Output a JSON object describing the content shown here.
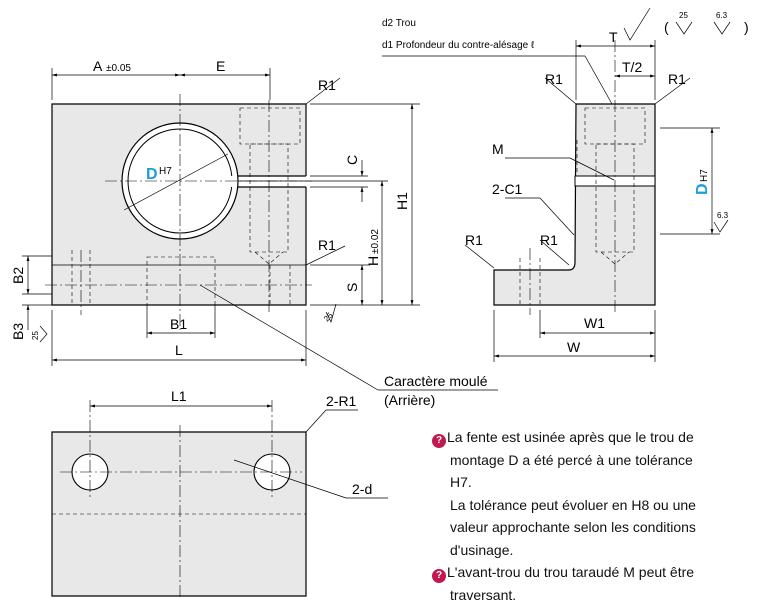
{
  "front_view": {
    "dim_a": "A",
    "dim_a_tol": "±0.05",
    "dim_e": "E",
    "r1_top": "R1",
    "r1_step": "R1",
    "dim_c": "C",
    "dim_h": "H",
    "dim_h_tol": "±0.02",
    "dim_h1": "H1",
    "dim_s": "S",
    "dim_b2": "B2",
    "dim_b3": "B3",
    "dim_b1": "B1",
    "dim_l": "L",
    "bore_label": "D",
    "bore_fit": "H7",
    "rough_25": "25",
    "rough_25b": "25"
  },
  "side_view": {
    "d2_label": "d2 Trou",
    "d1_label": "d1 Profondeur du contre-alésage ℓ",
    "dim_t": "T",
    "dim_t2": "T/2",
    "r1_a": "R1",
    "r1_b": "R1",
    "r1_c": "R1",
    "r1_d": "R1",
    "m_label": "M",
    "c1_label": "2-C1",
    "bore_label": "D",
    "bore_fit": "H7",
    "rough_63": "6.3",
    "dim_w1": "W1",
    "dim_w": "W"
  },
  "roughness_legend": {
    "open_paren": "(",
    "v1": "25",
    "v2": "6.3",
    "close_paren": ")"
  },
  "cast_label": {
    "line1": "Caractère moulé",
    "line2": "(Arrière)"
  },
  "bottom_view": {
    "dim_l1": "L1",
    "r1_label": "2-R1",
    "hole_label": "2-d"
  },
  "notes": [
    {
      "lines": [
        "La fente est usinée après que le trou de",
        "montage D a été percé à une tolérance",
        "H7."
      ],
      "icon": "caution-icon"
    },
    {
      "lines": [
        "La tolérance peut évoluer en H8 ou une",
        "valeur approchante selon les conditions",
        "d'usinage."
      ],
      "icon": ""
    },
    {
      "lines": [
        "L'avant-trou du trou taraudé M peut être",
        "traversant."
      ],
      "icon": "caution-icon"
    }
  ],
  "colors": {
    "part_fill": "#e8e8e8",
    "accent": "#1a9ee0",
    "note_icon": "#c0184f"
  }
}
